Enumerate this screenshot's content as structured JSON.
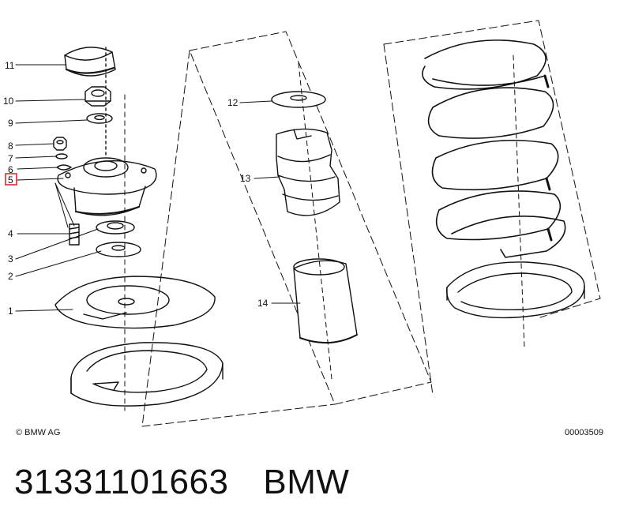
{
  "callouts": {
    "c1": "1",
    "c2": "2",
    "c3": "3",
    "c4": "4",
    "c5": "5",
    "c6": "6",
    "c7": "7",
    "c8": "8",
    "c9": "9",
    "c10": "10",
    "c11": "11",
    "c12": "12",
    "c13": "13",
    "c14": "14"
  },
  "highlighted_callout": "5",
  "colors": {
    "ink": "#111111",
    "highlight": "#d32f2f",
    "paper": "#ffffff"
  },
  "footer": {
    "copyright": "© BMW AG",
    "drawing_number": "00003509"
  },
  "part": {
    "number": "31331101663",
    "brand": "BMW"
  }
}
